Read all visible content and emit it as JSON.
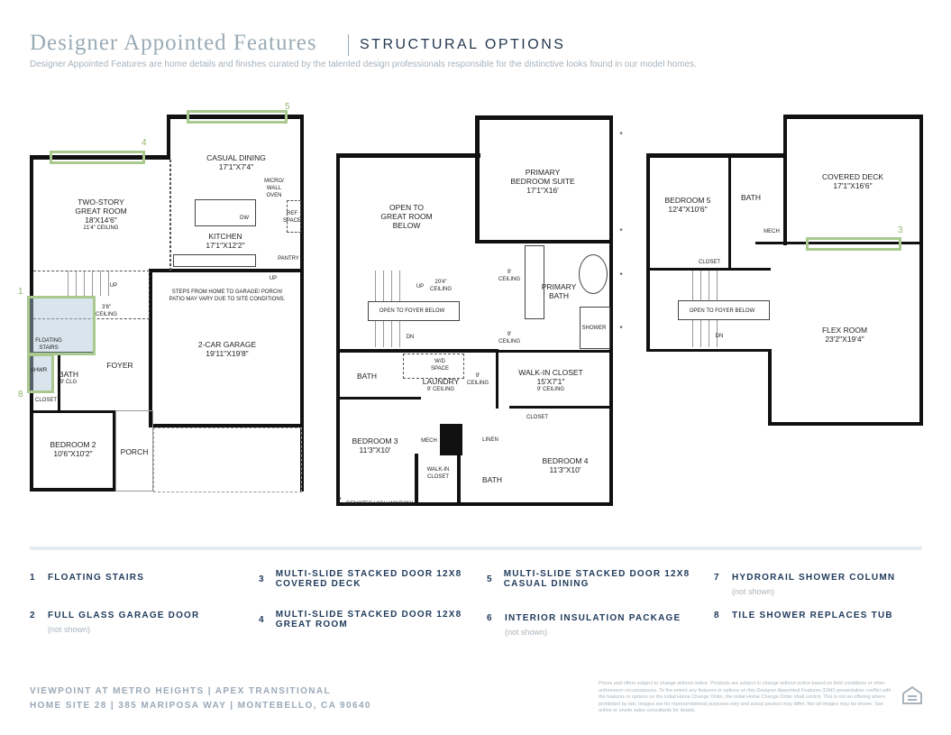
{
  "header": {
    "title": "Designer Appointed Features",
    "subtitle": "STRUCTURAL OPTIONS",
    "description": "Designer Appointed Features are home details and finishes curated by the talented design professionals responsible for the distinctive looks found in our model homes."
  },
  "plan1": {
    "great_room": [
      "TWO-STORY",
      "GREAT ROOM",
      "18'X14'6\"",
      "21'4\" CEILING"
    ],
    "casual_dining": [
      "CASUAL DINING",
      "17'1\"X7'4\""
    ],
    "kitchen": [
      "KITCHEN",
      "17'1\"X12'2\""
    ],
    "micro": [
      "MICRO/",
      "WALL",
      "OVEN"
    ],
    "ref": [
      "REF",
      "SPACE"
    ],
    "dw": "DW",
    "pantry": "PANTRY",
    "up": "UP",
    "up2": "UP",
    "garage_note": [
      "STEPS FROM HOME TO GARAGE/ PORCH/",
      "PATIO MAY VARY DUE TO SITE CONDITIONS."
    ],
    "garage": [
      "2-CAR GARAGE",
      "19'11\"X19'8\""
    ],
    "ceiling": [
      "3'8\"",
      "CEILING"
    ],
    "floating": [
      "FLOATING",
      "STAIRS"
    ],
    "shwr": "SHWR",
    "bath": [
      "BATH",
      "9' CLG"
    ],
    "foyer": "FOYER",
    "closet": "CLOSET",
    "bedroom2": [
      "BEDROOM 2",
      "10'6\"X10'2\""
    ],
    "porch": "PORCH"
  },
  "plan2": {
    "open_great": [
      "OPEN TO",
      "GREAT ROOM",
      "BELOW"
    ],
    "primary_suite": [
      "PRIMARY",
      "BEDROOM SUITE",
      "17'1\"X16'"
    ],
    "up": "UP",
    "ceil204": [
      "20'4\"",
      "CEILING"
    ],
    "open_foyer": "OPEN TO FOYER BELOW",
    "dn": "DN",
    "ceil9a": [
      "9'",
      "CEILING"
    ],
    "ceil9b": [
      "9'",
      "CEILING"
    ],
    "primary_bath": [
      "PRIMARY",
      "BATH"
    ],
    "shower": "SHOWER",
    "bath": "BATH",
    "wd": [
      "W/D",
      "SPACE"
    ],
    "laundry": [
      "LAUNDRY",
      "9' CEILING"
    ],
    "ceil9c": [
      "9'",
      "CEILING"
    ],
    "wic": [
      "WALK-IN CLOSET",
      "15'X7'1\"",
      "9' CEILING"
    ],
    "closet": "CLOSET",
    "bedroom3": [
      "BEDROOM 3",
      "11'3\"X10'"
    ],
    "mech": "MECH",
    "linen": "LINEN",
    "wic2": [
      "WALK-IN",
      "CLOSET"
    ],
    "bath2": "BATH",
    "bedroom4": [
      "BEDROOM 4",
      "11'3\"X10'"
    ],
    "star": "*",
    "high_window": "DENOTES HIGH WINDOW"
  },
  "plan3": {
    "bedroom5": [
      "BEDROOM 5",
      "12'4\"X10'6\""
    ],
    "bath": "BATH",
    "mech": "MECH",
    "closet": "CLOSET",
    "covered_deck": [
      "COVERED DECK",
      "17'1\"X16'6\""
    ],
    "open_foyer": "OPEN TO FOYER BELOW",
    "dn": "DN",
    "flex": [
      "FLEX ROOM",
      "23'2\"X19'4\""
    ]
  },
  "callouts": [
    "1",
    "3",
    "4",
    "5",
    "8"
  ],
  "legend": [
    {
      "n": "1",
      "label": "FLOATING STAIRS",
      "note": ""
    },
    {
      "n": "2",
      "label": "FULL GLASS GARAGE DOOR",
      "note": "(not shown)"
    },
    {
      "n": "3",
      "label": "MULTI-SLIDE STACKED DOOR 12X8 COVERED DECK",
      "note": ""
    },
    {
      "n": "4",
      "label": "MULTI-SLIDE STACKED DOOR 12X8 GREAT ROOM",
      "note": ""
    },
    {
      "n": "5",
      "label": "MULTI-SLIDE STACKED DOOR 12X8 CASUAL DINING",
      "note": ""
    },
    {
      "n": "6",
      "label": "INTERIOR INSULATION PACKAGE",
      "note": "(not shown)"
    },
    {
      "n": "7",
      "label": "HYDRORAIL SHOWER COLUMN",
      "note": "(not shown)"
    },
    {
      "n": "8",
      "label": "TILE SHOWER REPLACES TUB",
      "note": ""
    }
  ],
  "footer": {
    "line1": "VIEWPOINT AT METRO HEIGHTS | APEX TRANSITIONAL",
    "line2": "HOME SITE 28 | 385 MARIPOSA WAY | MONTEBELLO, CA 90640",
    "legal": "Prices and offers subject to change without notice. Products are subject to change without notice based on field conditions or other unforeseen circumstances. To the extent any features or options on this Designer Appointed Features (DAF) presentation conflict with the features or options on the initial Home Change Order, the initial Home Change Order shall control. This is not an offering where prohibited by law. Images are for representational purposes only and actual product may differ. Not all images may be shown. See online or onsite sales consultants for details."
  },
  "colors": {
    "accent": "#a9c98f",
    "navy": "#1f3a5a",
    "muted": "#9aabb6"
  }
}
